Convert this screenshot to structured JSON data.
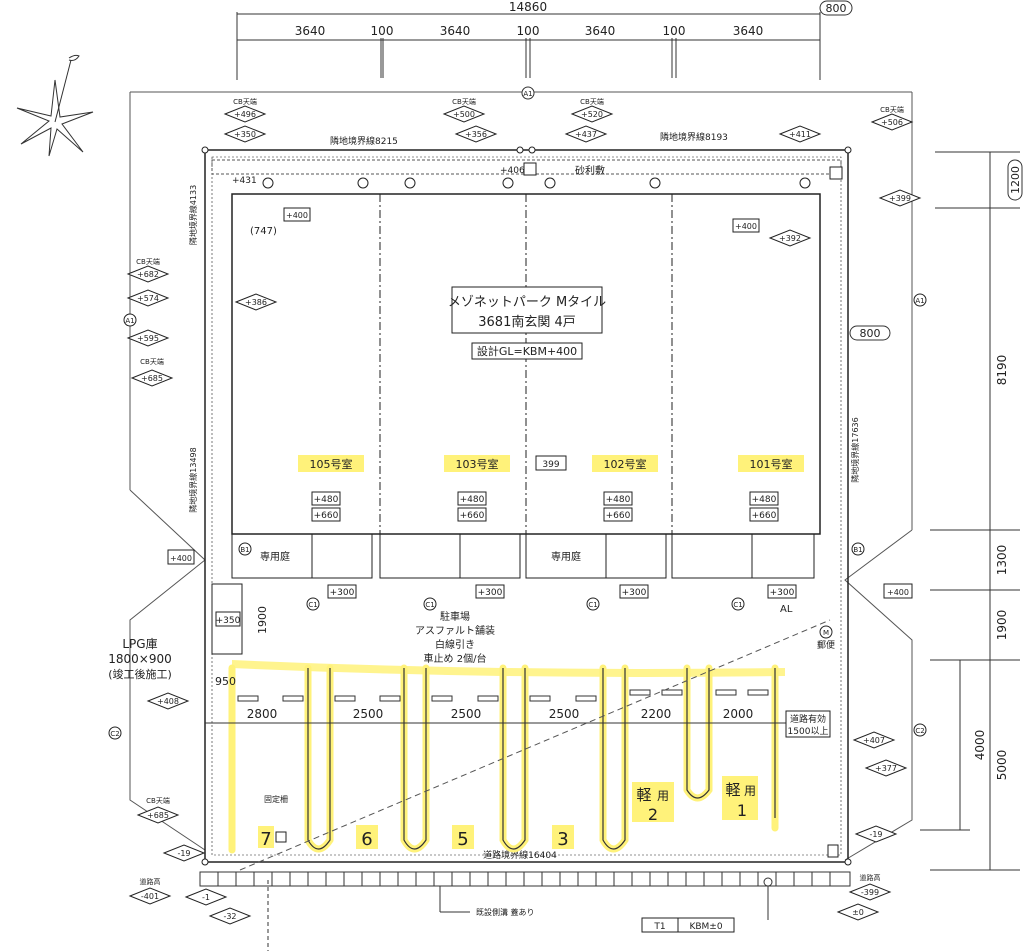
{
  "dimensions": {
    "overall_width": "14860",
    "top_segments": [
      "3640",
      "100",
      "3640",
      "100",
      "3640",
      "100",
      "3640"
    ],
    "top_right_circled": "800",
    "right_top": "1200",
    "right_mid": "8190",
    "right_1300": "1300",
    "right_1900": "1900",
    "right_4000": "4000",
    "right_5000": "5000",
    "side_800": "800",
    "parking_widths": [
      "2800",
      "2500",
      "2500",
      "2500",
      "2200",
      "2000"
    ],
    "aisle_950": "950",
    "depth_1900": "1900",
    "effective_road": "道路有効",
    "effective_road_value": "1500以上"
  },
  "boundaries": {
    "top_left": "隣地境界線8215",
    "top_right": "隣地境界線8193",
    "left_upper": "隣地境界線4133",
    "left_lower": "隣地境界線13498",
    "right": "隣地境界線17636",
    "bottom": "道路境界線16404"
  },
  "building": {
    "title_line1": "メゾネットパーク Mタイル",
    "title_line2": "3681南玄関 4戸",
    "gl": "設計GL=KBM+400",
    "units": [
      "105号室",
      "103号室",
      "102号室",
      "101号室"
    ],
    "elev_399": "399",
    "step_480": "+480",
    "step_660": "+660",
    "step_300": "+300",
    "gravel": "砂利敷",
    "yard": "専用庭",
    "plus400": "+400",
    "plus386": "+386",
    "n747": "(747)"
  },
  "top_markers": [
    {
      "cb": "CB天端",
      "top": "+496",
      "bottom": "+350"
    },
    {
      "cb": "CB天端",
      "top": "+500",
      "bottom": "+356"
    },
    {
      "cb": "CB天端",
      "top": "+520",
      "bottom": "+437"
    },
    {
      "cb": "CB天端",
      "top": "+506",
      "bottom": "+411"
    }
  ],
  "left_markers": {
    "cb1": "CB天端",
    "v682": "+682",
    "v574": "+574",
    "v595": "+595",
    "cb2": "CB天端",
    "v685": "+685",
    "v408": "+408",
    "cb3": "CB天端",
    "v685b": "+685",
    "v19": "-19",
    "v401": "-401",
    "v1": "-1",
    "v32": "-32",
    "rd1": "道路高",
    "v350": "+350"
  },
  "right_markers": {
    "v399": "+399",
    "v392": "+392",
    "v400": "+400",
    "v400b": "+400",
    "v407": "+407",
    "v377": "+377",
    "v19": "-19",
    "v399b": "-399",
    "v0": "±0",
    "rd": "道路高"
  },
  "misc": {
    "v431": "+431",
    "v406": "+406",
    "A1": "A1",
    "B1": "B1",
    "C1": "C1",
    "C2": "C2",
    "M": "M",
    "lpg_line1": "LPG庫",
    "lpg_line2": "1800×900",
    "lpg_line3": "(竣工後施工)",
    "al": "AL",
    "mailbox": "郵便",
    "parking_line1": "駐車場",
    "parking_line2": "アスファルト舗装",
    "parking_line3": "白線引き",
    "parking_line4": "車止め 2個/台",
    "kei1": "軽",
    "kei2": "軽",
    "yo1": "用",
    "yo2": "用",
    "kei_num1": "2",
    "kei_num2": "1",
    "slot_nums": [
      "7",
      "6",
      "5",
      "3"
    ],
    "gutter": "既設側溝 蓋あり",
    "kbm_a": "T1",
    "kbm_b": "KBM±0",
    "bollard": "固定柵"
  }
}
